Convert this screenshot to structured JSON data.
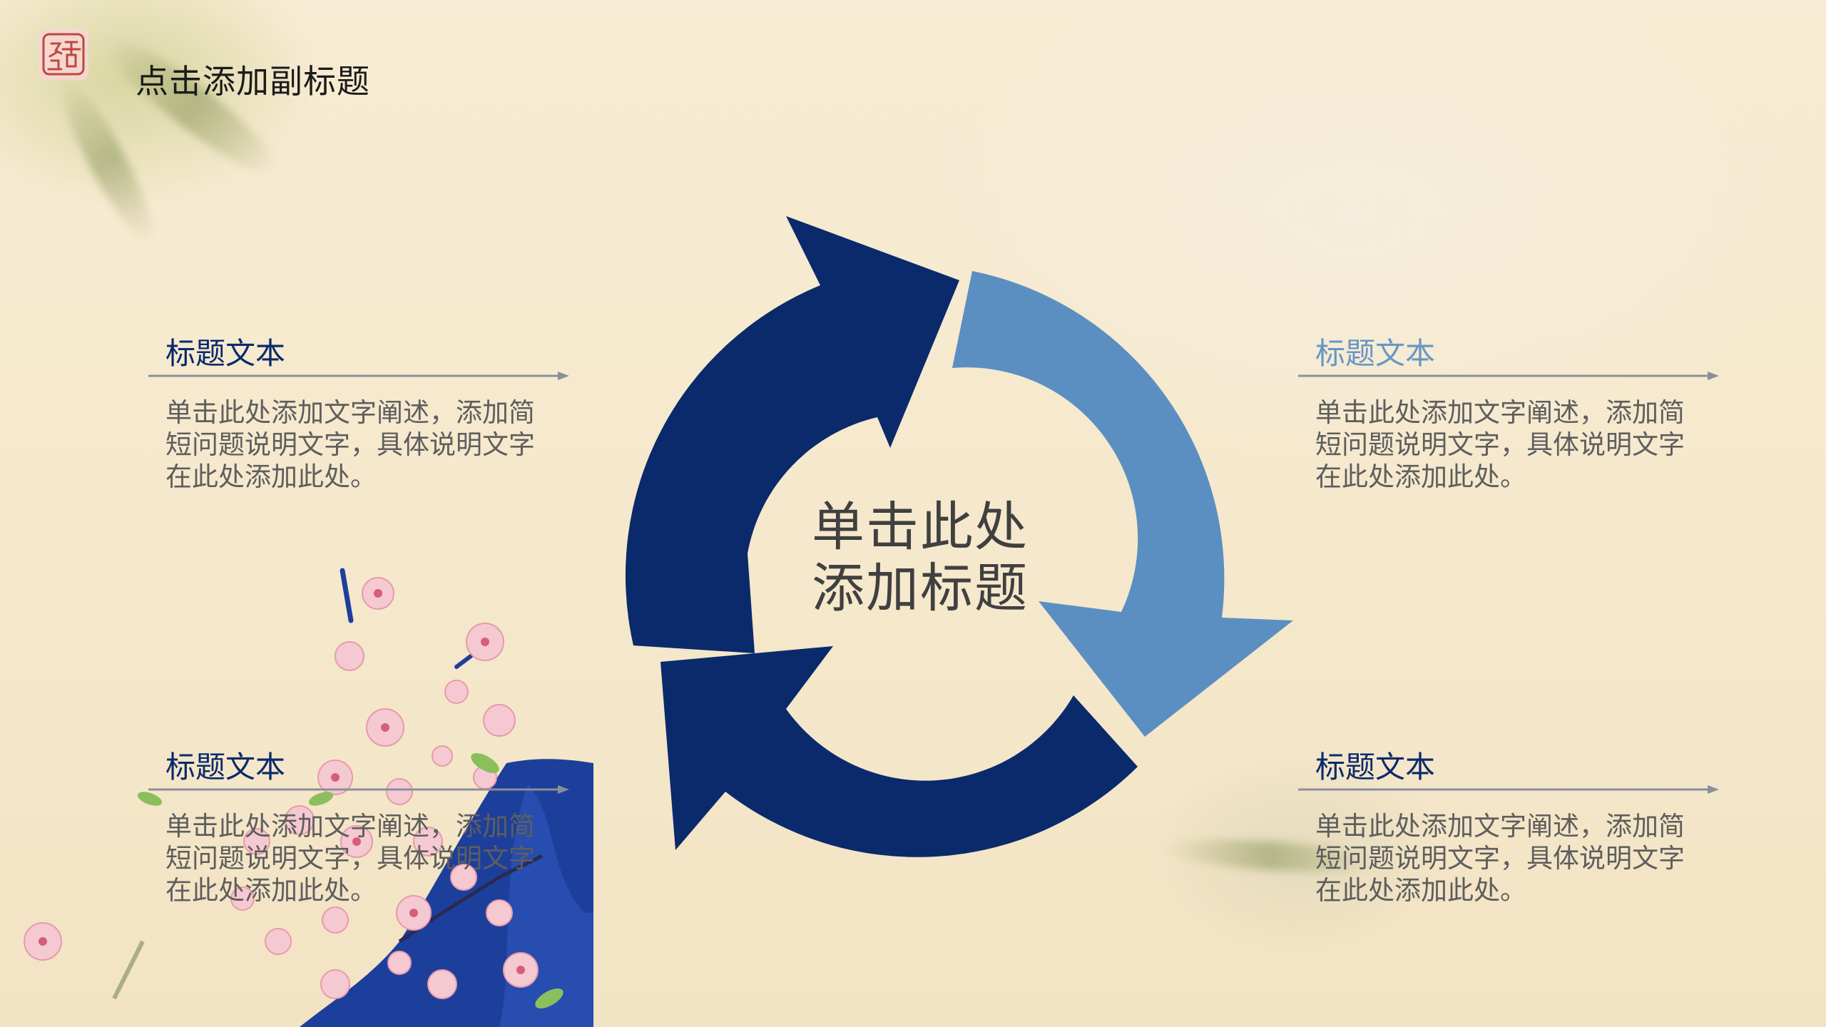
{
  "header": {
    "seal_icon": "seal-stamp-icon",
    "subtitle": "点击添加副标题"
  },
  "diagram": {
    "center_title_line1": "单击此处",
    "center_title_line2": "添加标题",
    "arrow_colors": {
      "dark": "#0a2a6b",
      "light": "#5b8fc2"
    }
  },
  "blocks": [
    {
      "heading": "标题文本",
      "color": "#0a2a6b",
      "desc": "单击此处添加文字阐述，添加简短问题说明文字，具体说明文字在此处添加此处。"
    },
    {
      "heading": "标题文本",
      "color": "#6797c4",
      "desc": "单击此处添加文字阐述，添加简短问题说明文字，具体说明文字在此处添加此处。"
    },
    {
      "heading": "标题文本",
      "color": "#0a2a6b",
      "desc": "单击此处添加文字阐述，添加简短问题说明文字，具体说明文字在此处添加此处。"
    },
    {
      "heading": "标题文本",
      "color": "#0a2a6b",
      "desc": "单击此处添加文字阐述，添加简短问题说明文字，具体说明文字在此处添加此处。"
    }
  ]
}
